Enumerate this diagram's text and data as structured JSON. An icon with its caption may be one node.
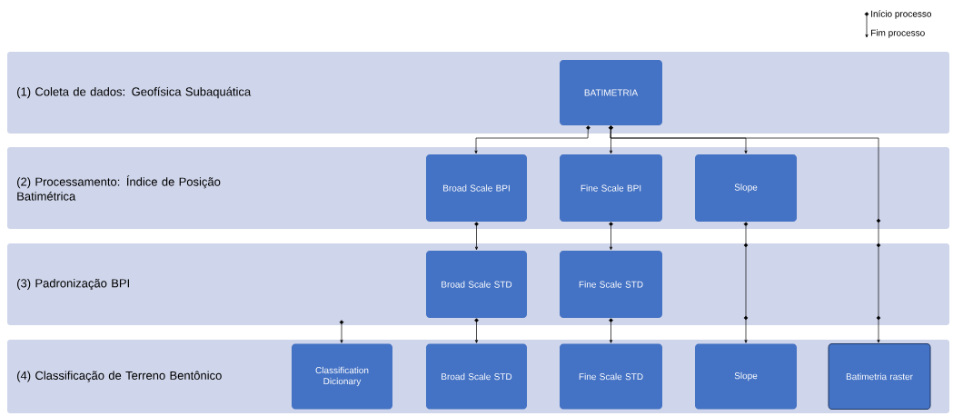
{
  "diagram": {
    "nodes": [
      {
        "text": [
          "(1) Coleta de dados: Geofísica Subaquática"
        ]
      },
      {
        "text": [
          "BATIMETRIA"
        ],
        "in": 0
      },
      {
        "text": [
          "(2) Processamento: Índice de Posição Batimétrica"
        ]
      },
      {
        "text": [
          "Broad Scale BPI"
        ],
        "in": 2
      },
      {
        "text": [
          "Fine Scale BPI"
        ],
        "in": 2
      },
      {
        "text": [
          "Slope"
        ],
        "in": 2
      },
      {
        "text": [
          "(3) Padronização BPI"
        ]
      },
      {
        "text": [
          "Broad Scale STD"
        ],
        "in": 6
      },
      {
        "text": [
          "Fine Scale STD"
        ],
        "in": 6
      },
      {
        "text": [
          "(4) Classificação de Terreno Bentônico"
        ]
      },
      {
        "text": [
          "Classification Dicionary"
        ],
        "in": 9
      },
      {
        "text": [
          "Broad Scale STD"
        ],
        "in": 9
      },
      {
        "text": [
          "Fine Scale STD"
        ],
        "in": 9
      },
      {
        "text": [
          "Slope"
        ],
        "in": 9
      },
      {
        "text": [
          "Batimetria raster"
        ],
        "in": 9
      }
    ],
    "edges": [
      {
        "from": 1,
        "to": 3,
        "arrow": "to"
      },
      {
        "from": 1,
        "to": 4,
        "arrow": "to"
      },
      {
        "from": 1,
        "to": 5,
        "arrow": "to"
      },
      {
        "from": 1,
        "to": 14,
        "arrow": "to"
      },
      {
        "from": 3,
        "to": 7,
        "arrow": "to"
      },
      {
        "from": 4,
        "to": 8,
        "arrow": "to"
      },
      {
        "from": 5,
        "to": 13,
        "arrow": "to"
      },
      {
        "from": 7,
        "to": 11,
        "arrow": "to"
      },
      {
        "from": 8,
        "to": 12,
        "arrow": "to"
      },
      {
        "from": 6,
        "to": 10,
        "arrow": "to"
      }
    ],
    "legend": [
      {
        "text": "Início processo"
      },
      {
        "text": "Fim processo"
      }
    ]
  }
}
